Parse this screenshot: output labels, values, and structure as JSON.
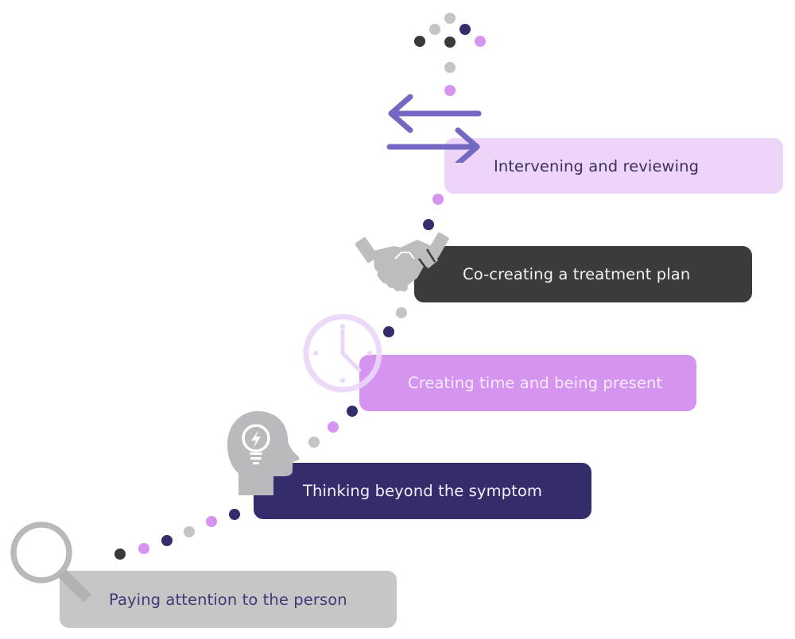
{
  "diagram": {
    "type": "ascending-staircase-journey",
    "colors": {
      "navy": "#342d6b",
      "pink": "#d494ef",
      "light_pink": "#ecd5f8",
      "dark_gray": "#3b3b3b",
      "light_gray": "#c6c6c6",
      "arrow_purple": "#7468c2",
      "icon_gray": "#bdbdbd",
      "icon_head_gray": "#b9b9be",
      "clock_lavender": "#ead6f7"
    },
    "steps": [
      {
        "order": 1,
        "label": "Paying attention to the person",
        "icon": "magnifying-glass-icon"
      },
      {
        "order": 2,
        "label": "Thinking beyond the symptom",
        "icon": "head-lightbulb-icon"
      },
      {
        "order": 3,
        "label": "Creating time and being present",
        "icon": "clock-icon"
      },
      {
        "order": 4,
        "label": "Co-creating a treatment plan",
        "icon": "handshake-icon"
      },
      {
        "order": 5,
        "label": "Intervening and reviewing",
        "icon": "exchange-arrows-icon"
      }
    ],
    "connector_dot_colors_sequence": [
      "dark",
      "pink",
      "navy",
      "gray",
      "pink",
      "navy",
      "gray",
      "pink",
      "navy",
      "navy",
      "gray",
      "navy",
      "pink",
      "pink",
      "gray",
      "dark",
      "dark",
      "gray",
      "navy",
      "gray",
      "pink"
    ]
  }
}
